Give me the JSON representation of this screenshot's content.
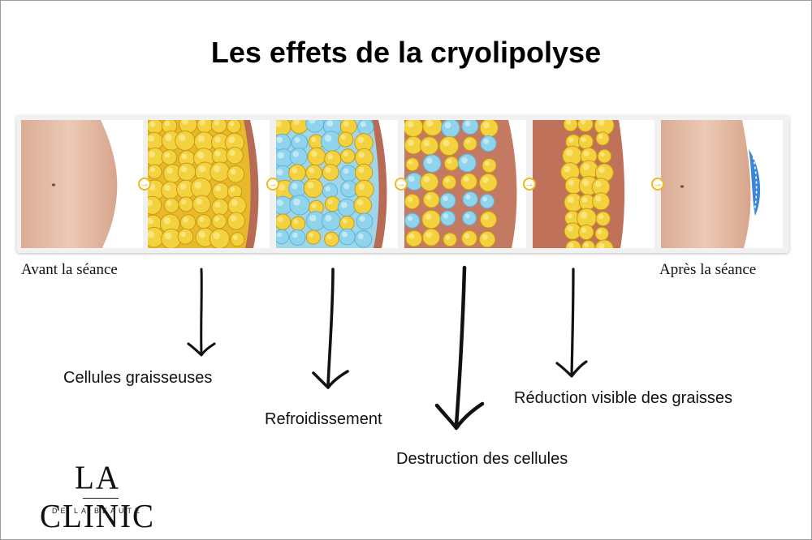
{
  "title": "Les effets de la cryolipolyse",
  "labels": {
    "before": "Avant la séance",
    "after": "Après la séance"
  },
  "steps": [
    {
      "label": "Cellules graisseuses"
    },
    {
      "label": "Refroidissement"
    },
    {
      "label": "Destruction des cellules"
    },
    {
      "label": "Réduction visible des graisses"
    }
  ],
  "logo": {
    "name": "LA CLINIC",
    "tagline": "DE LA BEAUTÉ"
  },
  "colors": {
    "fat": "#f2cf3a",
    "cold": "#8fd3ec",
    "tissue": "#b86a55",
    "skin": "#e8c2ad",
    "arrow_icon": "#f0b818"
  },
  "icons": [
    "arrow-right-circle-icon",
    "down-arrow-icon"
  ]
}
